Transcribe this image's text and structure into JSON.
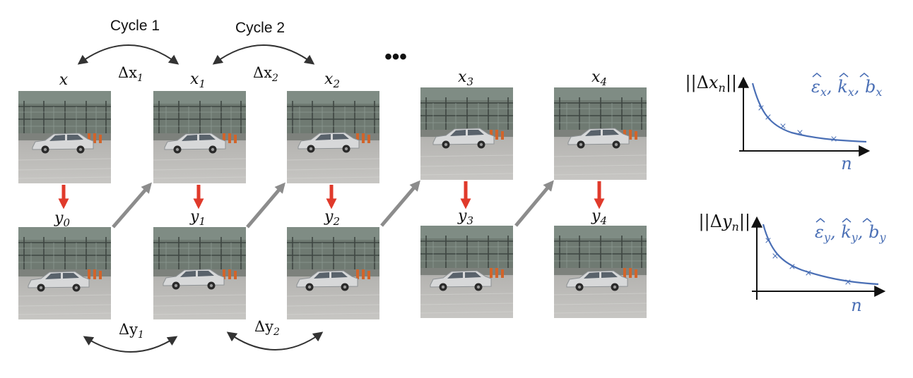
{
  "cycles": [
    {
      "label": "Cycle 1",
      "dx_symbol": "Δx",
      "dx_index": "1",
      "dy_symbol": "Δy",
      "dy_index": "1"
    },
    {
      "label": "Cycle 2",
      "dx_symbol": "Δx",
      "dx_index": "2",
      "dy_symbol": "Δy",
      "dy_index": "2"
    }
  ],
  "ellipsis": "•••",
  "frames_x": [
    {
      "symbol": "x",
      "index": ""
    },
    {
      "symbol": "x",
      "index": "1"
    },
    {
      "symbol": "x",
      "index": "2"
    },
    {
      "symbol": "x",
      "index": "3"
    },
    {
      "symbol": "x",
      "index": "4"
    }
  ],
  "frames_y": [
    {
      "symbol": "y",
      "index": "0"
    },
    {
      "symbol": "y",
      "index": "1"
    },
    {
      "symbol": "y",
      "index": "2"
    },
    {
      "symbol": "y",
      "index": "3"
    },
    {
      "symbol": "y",
      "index": "4"
    }
  ],
  "plots": [
    {
      "ylabel_open": "||Δ",
      "ylabel_var": "x",
      "ylabel_sub": "n",
      "ylabel_close": "||",
      "xlabel": "n",
      "params": [
        {
          "symbol": "ε",
          "sub": "x"
        },
        {
          "symbol": "k",
          "sub": "x"
        },
        {
          "symbol": "b",
          "sub": "x"
        }
      ]
    },
    {
      "ylabel_open": "||Δ",
      "ylabel_var": "y",
      "ylabel_sub": "n",
      "ylabel_close": "||",
      "xlabel": "n",
      "params": [
        {
          "symbol": "ε",
          "sub": "y"
        },
        {
          "symbol": "k",
          "sub": "y"
        },
        {
          "symbol": "b",
          "sub": "y"
        }
      ]
    }
  ],
  "colors": {
    "red_arrow": "#e03a2b",
    "gray_arrow": "#8c8c8c",
    "curve_blue": "#4a6fb5"
  }
}
